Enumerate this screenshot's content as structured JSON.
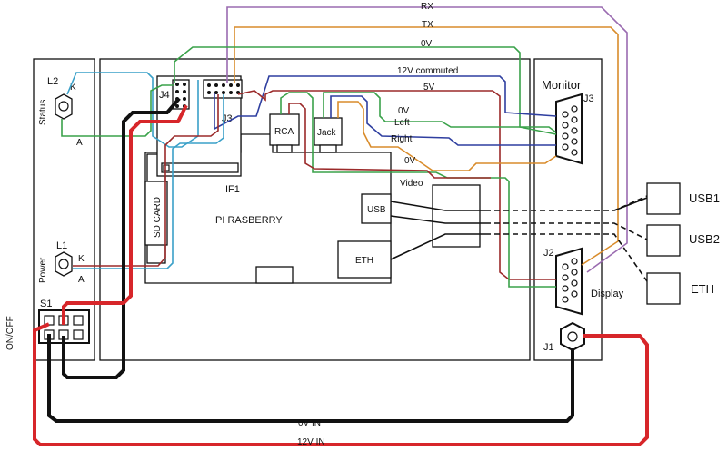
{
  "colors": {
    "red_wire": "#d7262a",
    "black_wire": "#111111",
    "dark_red": "#9b2a2a",
    "green": "#3aa24a",
    "blue": "#2f3fa0",
    "cyan": "#3aa0c8",
    "orange": "#d98c2b",
    "purple": "#9a6bb0",
    "brown": "#a0522d"
  },
  "labels": {
    "rx": "RX",
    "tx": "TX",
    "zero_v_top": "0V",
    "twelve_commuted": "12V commuted",
    "five_v": "5V",
    "zero_v_audio": "0V",
    "left": "Left",
    "right": "Right",
    "zero_v_video": "0V",
    "video": "Video",
    "zero_v_in": "0V IN",
    "twelve_v_in": "12V IN"
  },
  "components": {
    "l2": "L2",
    "l2_k": "K",
    "l2_a": "A",
    "status": "Status",
    "l1": "L1",
    "l1_k": "K",
    "l1_a": "A",
    "power": "Power",
    "s1": "S1",
    "on_off": "ON/OFF",
    "j4": "J4",
    "j3_pi": "J3",
    "if1": "IF1",
    "rca": "RCA",
    "jack": "Jack",
    "sd_card": "SD CARD",
    "pi": "PI RASBERRY",
    "usb": "USB",
    "eth_port": "ETH",
    "monitor": "Monitor",
    "j3_monitor": "J3",
    "j2": "J2",
    "display": "Display",
    "j1": "J1",
    "usb1": "USB1",
    "usb2": "USB2",
    "eth_ext": "ETH"
  }
}
